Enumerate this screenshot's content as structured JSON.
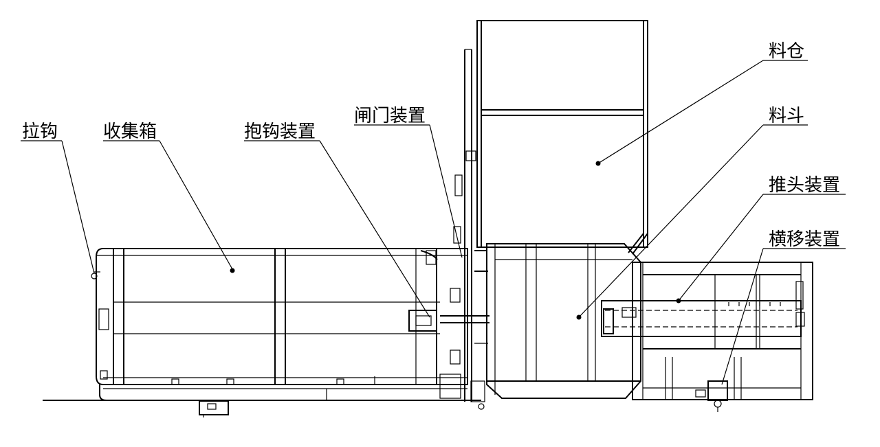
{
  "labels": {
    "pull_hook": "拉钩",
    "collection_box": "收集箱",
    "clasp_hook_device": "抱钩装置",
    "gate_device": "闸门装置",
    "silo": "料仓",
    "hopper": "料斗",
    "push_head_device": "推头装置",
    "traverse_device": "横移装置"
  }
}
